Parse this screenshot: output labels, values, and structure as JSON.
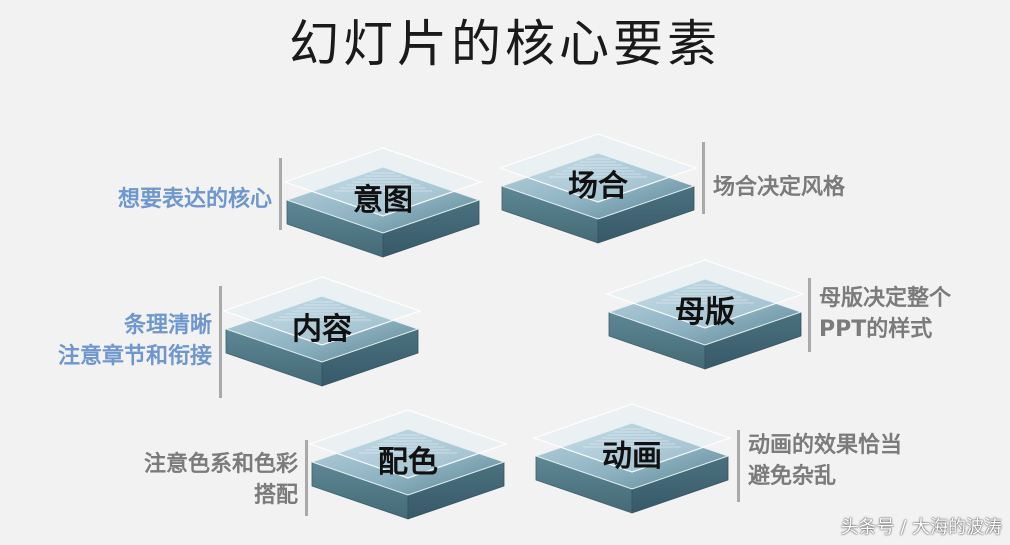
{
  "title": "幻灯片的核心要素",
  "tiles": [
    {
      "label": "意图",
      "note_lines": [
        "想要表达的核心"
      ]
    },
    {
      "label": "场合",
      "note_lines": [
        "场合决定风格"
      ]
    },
    {
      "label": "内容",
      "note_lines": [
        "条理清晰",
        "注意章节和衔接"
      ]
    },
    {
      "label": "母版",
      "note_lines": [
        "母版决定整个",
        "PPT的样式"
      ]
    },
    {
      "label": "配色",
      "note_lines": [
        "注意色系和色彩",
        "搭配"
      ]
    },
    {
      "label": "动画",
      "note_lines": [
        "动画的效果恰当",
        "避免杂乱"
      ]
    }
  ],
  "watermark": "头条号 / 大海的波涛",
  "colors": {
    "note_blue": "#6f97cf",
    "note_gray": "#7b7b7b",
    "tile_side": "#4f7380",
    "tile_top": "#7fa7b8"
  }
}
